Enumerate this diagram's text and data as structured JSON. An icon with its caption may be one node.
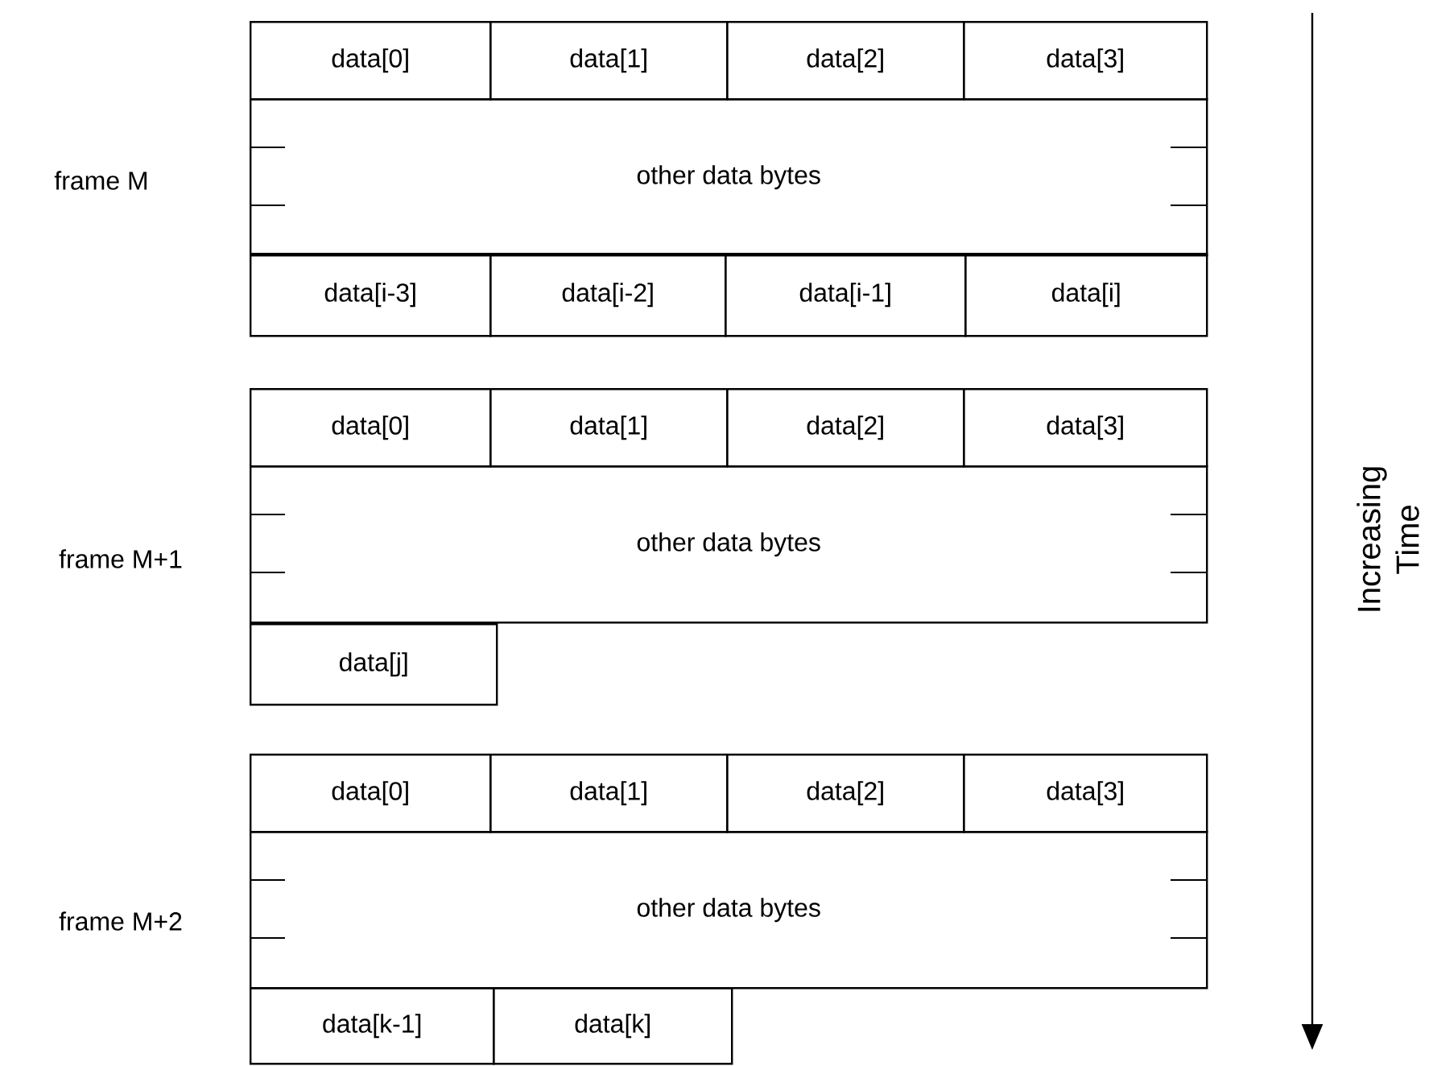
{
  "diagram": {
    "nodes": [
      {
        "text": [
          "data[0]"
        ]
      },
      {
        "text": [
          "data[1]"
        ]
      },
      {
        "text": [
          "data[2]"
        ]
      },
      {
        "text": [
          "data[3]"
        ]
      },
      {
        "text": [
          "other data bytes"
        ]
      },
      {
        "text": [
          "data[i-3]"
        ]
      },
      {
        "text": [
          "data[i-2]"
        ]
      },
      {
        "text": [
          "data[i-1]"
        ]
      },
      {
        "text": [
          "data[i]"
        ]
      },
      {
        "text": [
          "data[0]"
        ]
      },
      {
        "text": [
          "data[1]"
        ]
      },
      {
        "text": [
          "data[2]"
        ]
      },
      {
        "text": [
          "data[3]"
        ]
      },
      {
        "text": [
          "other data bytes"
        ]
      },
      {
        "text": [
          "data[j]"
        ]
      },
      {
        "text": [
          "data[0]"
        ]
      },
      {
        "text": [
          "data[1]"
        ]
      },
      {
        "text": [
          "data[2]"
        ]
      },
      {
        "text": [
          "data[3]"
        ]
      },
      {
        "text": [
          "other data bytes"
        ]
      },
      {
        "text": [
          "data[k-1]"
        ]
      },
      {
        "text": [
          "data[k]"
        ]
      }
    ],
    "labels": [
      "frame M",
      "frame M+1",
      "frame M+2",
      "Increasing Time"
    ]
  }
}
